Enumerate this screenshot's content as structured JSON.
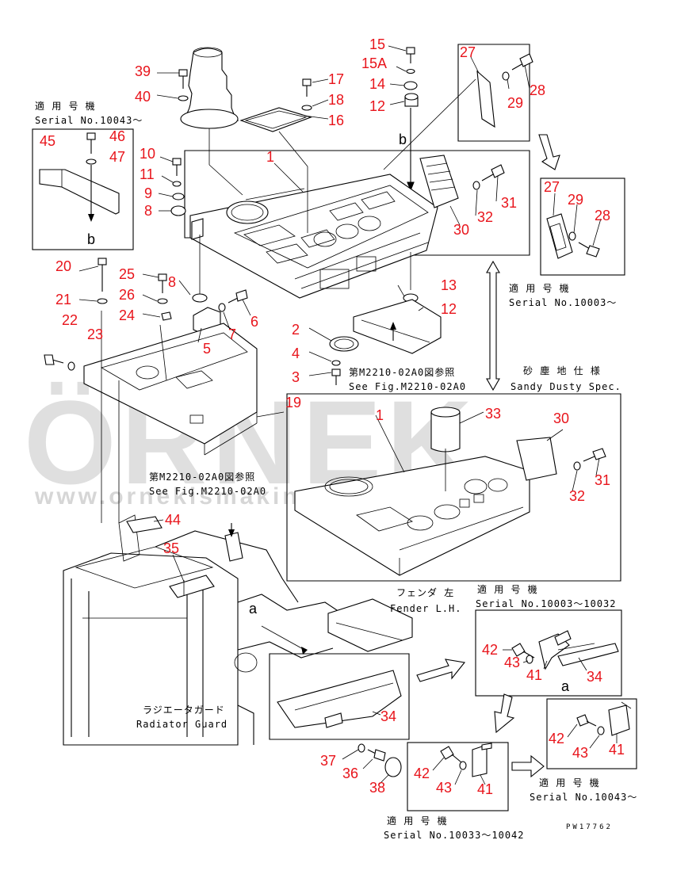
{
  "watermark": {
    "brand": "ÖRNEK",
    "url": "www.ornekismakinalari.com.tr"
  },
  "notes": {
    "serial_jp_a": "適 用 号 機",
    "serial_10043_a": "Serial No.10043～",
    "serial_jp_b": "適 用 号 機",
    "serial_10003_a": "Serial No.10003～",
    "sandy_jp": "砂 塵 地 仕 様",
    "sandy_en": "Sandy Dusty Spec.",
    "fig_jp_1": "第M2210-02A0図参照",
    "fig_en_1": "See Fig.M2210-02A0",
    "fig_jp_2": "第M2210-02A0図参照",
    "fig_en_2": "See Fig.M2210-02A0",
    "fender_jp": "フェンダ 左",
    "fender_en": "Fender L.H.",
    "serial_jp_c": "適 用 号 機",
    "serial_10003_10032": "Serial No.10003～10032",
    "radiator_jp": "ラジエータガード",
    "radiator_en": "Radiator Guard",
    "serial_jp_d": "適 用 号 機",
    "serial_10043_b": "Serial No.10043～",
    "serial_jp_e": "適 用 号 機",
    "serial_10033_10042": "Serial No.10033～10042",
    "drawing_no": "PW17762"
  },
  "letters": {
    "b_top": "b",
    "b_inset": "b",
    "a_left": "a",
    "a_inset": "a"
  },
  "callouts": [
    {
      "id": "n15",
      "label": "15"
    },
    {
      "id": "n15a",
      "label": "15A"
    },
    {
      "id": "n14",
      "label": "14"
    },
    {
      "id": "n12a",
      "label": "12"
    },
    {
      "id": "n27a",
      "label": "27"
    },
    {
      "id": "n28a",
      "label": "28"
    },
    {
      "id": "n29a",
      "label": "29"
    },
    {
      "id": "n39",
      "label": "39"
    },
    {
      "id": "n40",
      "label": "40"
    },
    {
      "id": "n17",
      "label": "17"
    },
    {
      "id": "n18",
      "label": "18"
    },
    {
      "id": "n16",
      "label": "16"
    },
    {
      "id": "n46",
      "label": "46"
    },
    {
      "id": "n45",
      "label": "45"
    },
    {
      "id": "n47",
      "label": "47"
    },
    {
      "id": "n10",
      "label": "10"
    },
    {
      "id": "n1a",
      "label": "1"
    },
    {
      "id": "n11",
      "label": "11"
    },
    {
      "id": "n9",
      "label": "9"
    },
    {
      "id": "n8a",
      "label": "8"
    },
    {
      "id": "n27b",
      "label": "27"
    },
    {
      "id": "n29b",
      "label": "29"
    },
    {
      "id": "n28b",
      "label": "28"
    },
    {
      "id": "n31a",
      "label": "31"
    },
    {
      "id": "n32a",
      "label": "32"
    },
    {
      "id": "n30a",
      "label": "30"
    },
    {
      "id": "n20",
      "label": "20"
    },
    {
      "id": "n25",
      "label": "25"
    },
    {
      "id": "n8b",
      "label": "8"
    },
    {
      "id": "n26",
      "label": "26"
    },
    {
      "id": "n21",
      "label": "21"
    },
    {
      "id": "n24",
      "label": "24"
    },
    {
      "id": "n22",
      "label": "22"
    },
    {
      "id": "n7",
      "label": "7"
    },
    {
      "id": "n6",
      "label": "6"
    },
    {
      "id": "n23",
      "label": "23"
    },
    {
      "id": "n5",
      "label": "5"
    },
    {
      "id": "n13",
      "label": "13"
    },
    {
      "id": "n12b",
      "label": "12"
    },
    {
      "id": "n2",
      "label": "2"
    },
    {
      "id": "n4",
      "label": "4"
    },
    {
      "id": "n3",
      "label": "3"
    },
    {
      "id": "n19",
      "label": "19"
    },
    {
      "id": "n1b",
      "label": "1"
    },
    {
      "id": "n33",
      "label": "33"
    },
    {
      "id": "n30b",
      "label": "30"
    },
    {
      "id": "n31b",
      "label": "31"
    },
    {
      "id": "n32b",
      "label": "32"
    },
    {
      "id": "n44",
      "label": "44"
    },
    {
      "id": "n35",
      "label": "35"
    },
    {
      "id": "n42a",
      "label": "42"
    },
    {
      "id": "n43a",
      "label": "43"
    },
    {
      "id": "n41a",
      "label": "41"
    },
    {
      "id": "n34a",
      "label": "34"
    },
    {
      "id": "n34b",
      "label": "34"
    },
    {
      "id": "n42b",
      "label": "42"
    },
    {
      "id": "n43b",
      "label": "43"
    },
    {
      "id": "n41b",
      "label": "41"
    },
    {
      "id": "n37",
      "label": "37"
    },
    {
      "id": "n36",
      "label": "36"
    },
    {
      "id": "n38",
      "label": "38"
    },
    {
      "id": "n42c",
      "label": "42"
    },
    {
      "id": "n43c",
      "label": "43"
    },
    {
      "id": "n41c",
      "label": "41"
    }
  ]
}
